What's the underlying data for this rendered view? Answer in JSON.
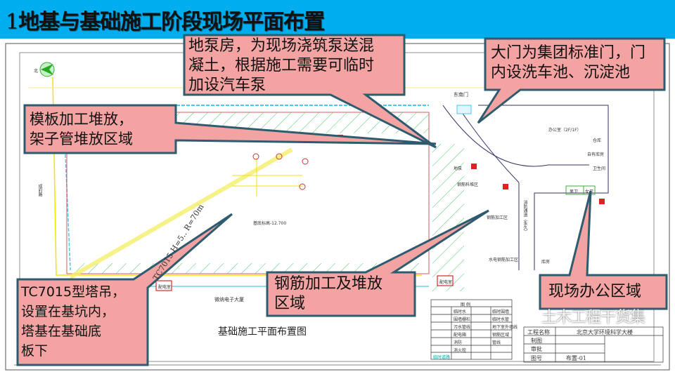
{
  "slide": {
    "title_num": "1",
    "title": "地基与基础施工阶段现场平面布置",
    "colors": {
      "background": "#00aeef",
      "callout_fill": "#f4a3a3",
      "callout_border": "#2e5c6e"
    }
  },
  "callouts": [
    {
      "text": "地泵房，为现场浇筑泵送混\n凝土，根据施工需要可临时\n加设汽车泵"
    },
    {
      "text": "大门为集团标准门，门\n内设洗车池、沉淀池"
    },
    {
      "text": "模板加工堆放，\n架子管堆放区域"
    },
    {
      "text": "TC7015型塔吊，\n设置在基坑内，\n塔基在基础底\n板下"
    },
    {
      "text": "钢筋加工及堆放\n区域"
    },
    {
      "text": "现场办公区域"
    }
  ],
  "drawing": {
    "title": "基础施工平面布置图",
    "north_label": "北",
    "crane_label": "TC7015  H=5..  R=70m",
    "east_gate": "东南门",
    "office": "办公室（2F/1F）",
    "warehouse": "仓库",
    "self_warehouse": "自有库房",
    "restroom": "卫生间",
    "male_wc": "男卫",
    "female_wc": "女卫",
    "fire_lane": "消防通道（永久）",
    "rebar_area": "钢筋加工区",
    "rebar_storage": "钢筋料堆区",
    "pump": "地泵",
    "mep_area": "水电钢筋加工区",
    "building_south": "微纳电子大厦",
    "foundation_level": "基底标高-12.700",
    "road_west": "成府路",
    "substation": "配电室",
    "storehouse": "库房"
  },
  "legend": {
    "title": "图 例",
    "items": [
      "临时水",
      "围墙栅栏",
      "污水管线",
      "配电箱",
      "消防",
      "消火栓",
      "临时道路",
      "临时围墙",
      "临时水管",
      "地下室外墙线",
      "钢筋区域",
      "管线"
    ]
  },
  "title_block": {
    "project_label": "工程名称",
    "project_name": "北京大学环境科学大楼",
    "drawn_label": "制图",
    "review_label": "审批",
    "drawing_no_label": "图号",
    "drawing_no": "布置-01"
  },
  "watermark": "土木工程干货集"
}
